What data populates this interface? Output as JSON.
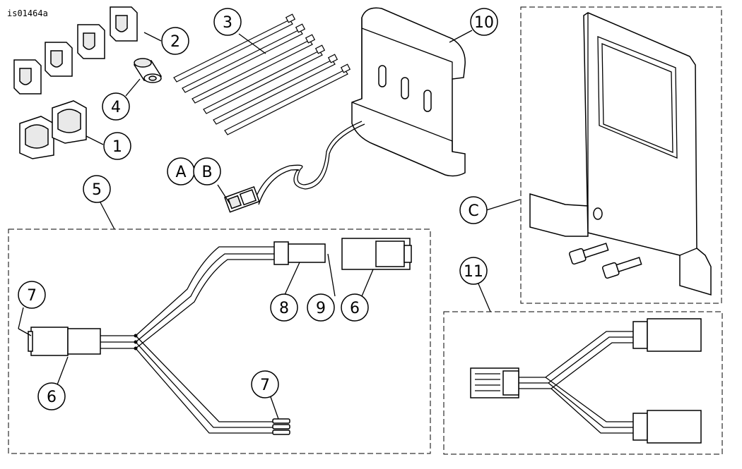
{
  "figure_id": "is01464a",
  "callouts": {
    "c1": "1",
    "c2": "2",
    "c3": "3",
    "c4": "4",
    "c5": "5",
    "c6a": "6",
    "c6b": "6",
    "c7a": "7",
    "c7b": "7",
    "c8": "8",
    "c9": "9",
    "c10": "10",
    "c11": "11",
    "cA": "A",
    "cB": "B",
    "cC": "C"
  }
}
